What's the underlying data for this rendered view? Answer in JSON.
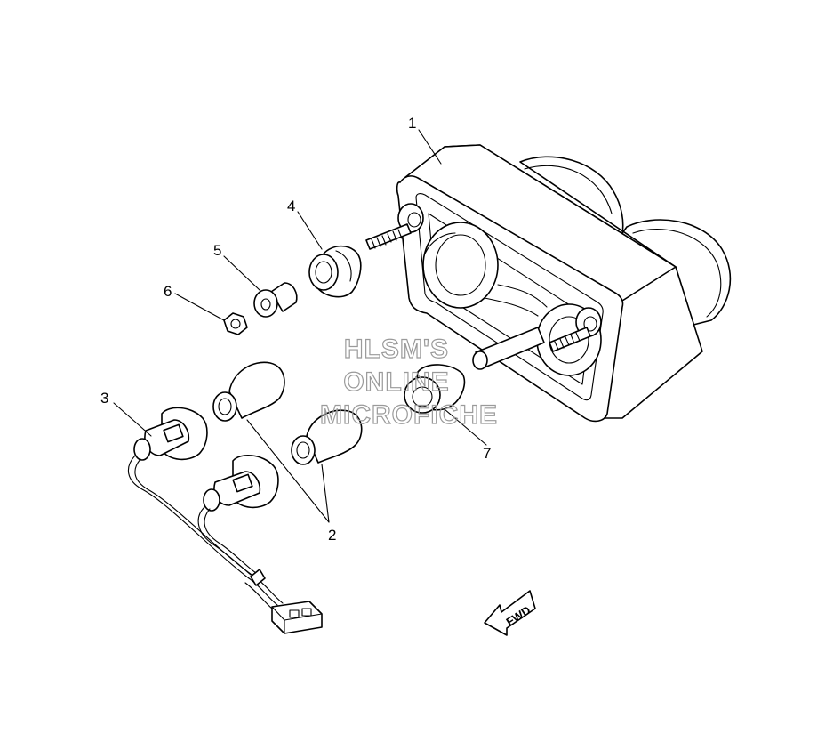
{
  "callouts": [
    {
      "id": "1",
      "label": "1"
    },
    {
      "id": "2",
      "label": "2"
    },
    {
      "id": "3",
      "label": "3"
    },
    {
      "id": "4",
      "label": "4"
    },
    {
      "id": "5",
      "label": "5"
    },
    {
      "id": "6",
      "label": "6"
    },
    {
      "id": "7",
      "label": "7"
    }
  ],
  "watermark": {
    "line1": "HLSM'S",
    "line2": "ONLINE",
    "line3": "MICROFICHE"
  },
  "direction_arrow": {
    "label": "FWD"
  }
}
